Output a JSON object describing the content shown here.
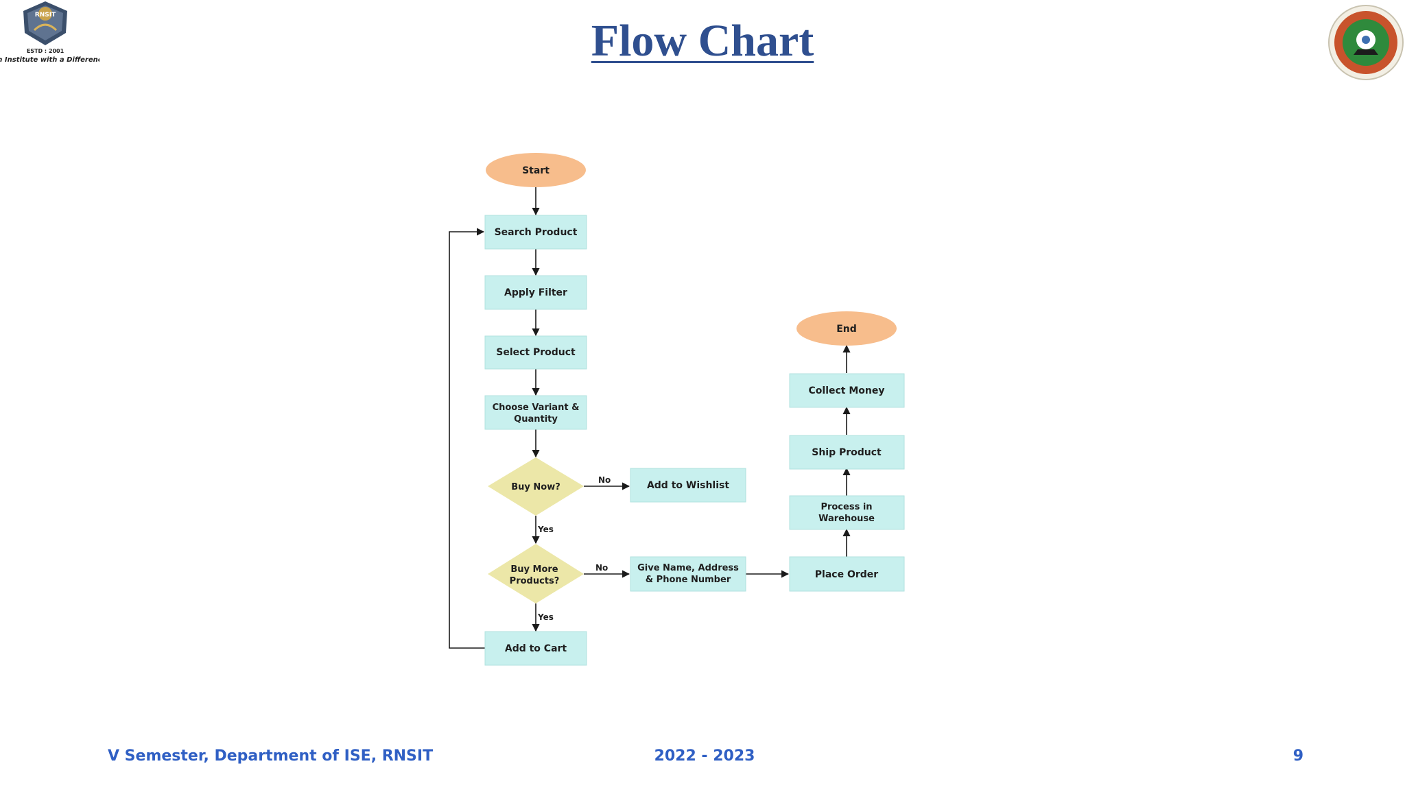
{
  "slide": {
    "title": "Flow Chart",
    "logo_left": {
      "estd": "ESTD : 2001",
      "tagline": "An Institute with a Difference",
      "monogram": "RNSIT"
    },
    "logo_right": {
      "icon": "university-seal-icon"
    },
    "footer": {
      "left": "V Semester, Department of ISE, RNSIT",
      "center": "2022 - 2023",
      "page": "9"
    }
  },
  "flowchart": {
    "nodes": {
      "start": {
        "lines": [
          "Start"
        ]
      },
      "search": {
        "lines": [
          "Search Product"
        ]
      },
      "filter": {
        "lines": [
          "Apply Filter"
        ]
      },
      "select": {
        "lines": [
          "Select Product"
        ]
      },
      "variant": {
        "lines": [
          "Choose Variant &",
          "Quantity"
        ]
      },
      "buynow": {
        "lines": [
          "Buy Now?"
        ]
      },
      "buymore": {
        "lines": [
          "Buy More",
          "Products?"
        ]
      },
      "cart": {
        "lines": [
          "Add to Cart"
        ]
      },
      "wishlist": {
        "lines": [
          "Add to Wishlist"
        ]
      },
      "address": {
        "lines": [
          "Give Name, Address",
          "& Phone Number"
        ]
      },
      "place": {
        "lines": [
          "Place Order"
        ]
      },
      "warehouse": {
        "lines": [
          "Process in",
          "Warehouse"
        ]
      },
      "ship": {
        "lines": [
          "Ship Product"
        ]
      },
      "collect": {
        "lines": [
          "Collect Money"
        ]
      },
      "end": {
        "lines": [
          "End"
        ]
      }
    },
    "edge_labels": {
      "buynow_no": "No",
      "buynow_yes": "Yes",
      "buymore_no": "No",
      "buymore_yes": "Yes"
    }
  }
}
